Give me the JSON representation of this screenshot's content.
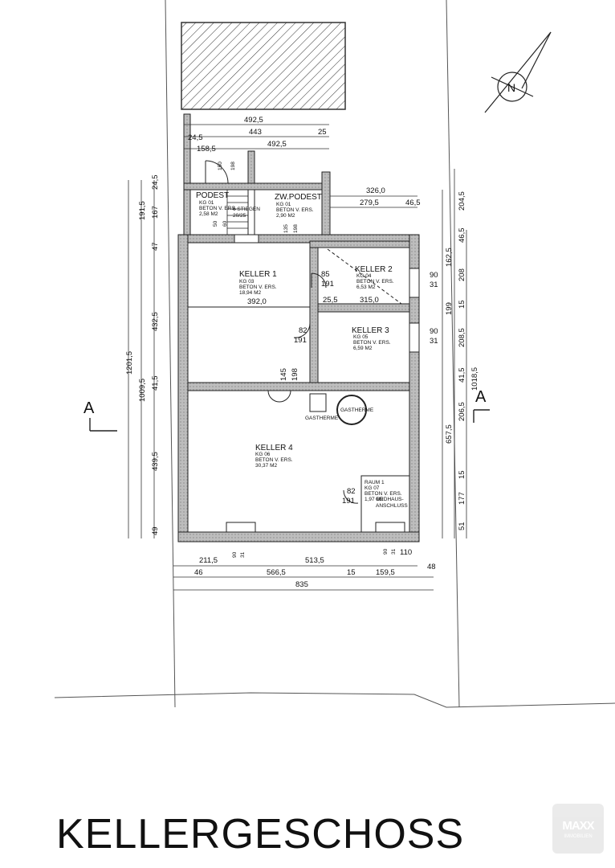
{
  "title": "KELLERGESCHOSS",
  "logo": {
    "brand": "MAXX",
    "tagline": "IMMOBILIEN"
  },
  "north_label": "N",
  "section_marker": "A",
  "rooms": {
    "podest": {
      "name": "PODEST",
      "code": "KG 01",
      "floor": "BETON V. ERS.",
      "area": "2,58 M2"
    },
    "zw_podest": {
      "name": "ZW.PODEST",
      "code": "KG 01",
      "floor": "BETON V. ERS.",
      "area": "2,90 M2"
    },
    "stairs": "6 STIEGEN",
    "stairs_ratio": "20/25",
    "keller1": {
      "name": "KELLER 1",
      "code": "KG 03",
      "floor": "BETON V. ERS.",
      "area": "18,94 M2"
    },
    "keller2": {
      "name": "KELLER 2",
      "code": "KG 04",
      "floor": "BETON V. ERS.",
      "area": "6,53 M2"
    },
    "keller3": {
      "name": "KELLER 3",
      "code": "KG 05",
      "floor": "BETON V. ERS.",
      "area": "6,59 M2"
    },
    "keller4": {
      "name": "KELLER 4",
      "code": "KG 06",
      "floor": "BETON V. ERS.",
      "area": "30,37 M2"
    },
    "raum1": {
      "name": "RAUM 1",
      "code": "KG 07",
      "floor": "BETON V. ERS.",
      "area": "1,97 M2",
      "note1": "GRDHAUS-",
      "note2": "ANSCHLUSS"
    },
    "gastherme_label": "GASTHERME",
    "gastherme_circle": "GASTHERME"
  },
  "dims": {
    "top": [
      "492,5",
      "24,5",
      "443",
      "25",
      "158,5",
      "492,5"
    ],
    "door_top": [
      "150",
      "198"
    ],
    "stair_dims": [
      "50",
      "60"
    ],
    "zw_door": [
      "135",
      "198"
    ],
    "right_top": [
      "326,0",
      "279,5",
      "46,5"
    ],
    "k1_door": [
      "85",
      "191"
    ],
    "k1_width": "392,0",
    "k2_wall": [
      "25,5",
      "315,0"
    ],
    "k3_door": [
      "82",
      "191"
    ],
    "windows_right": [
      "90",
      "31",
      "90",
      "31"
    ],
    "k4_door": [
      "145",
      "198"
    ],
    "raum_door": [
      "82",
      "191"
    ],
    "left_outer": [
      "24,5",
      "191,5",
      "167",
      "47",
      "432,5",
      "1201,5",
      "1009,5",
      "41,5",
      "439,5",
      "49"
    ],
    "right_side": [
      "204,5",
      "46,5",
      "162,5",
      "208",
      "15",
      "199",
      "208,5",
      "41,5",
      "1018,5",
      "206,5",
      "657,5",
      "15",
      "177",
      "51"
    ],
    "bottom": [
      "211,5",
      "90",
      "31",
      "513,5",
      "90",
      "31",
      "110",
      "46",
      "566,5",
      "15",
      "159,5",
      "48",
      "835"
    ]
  }
}
